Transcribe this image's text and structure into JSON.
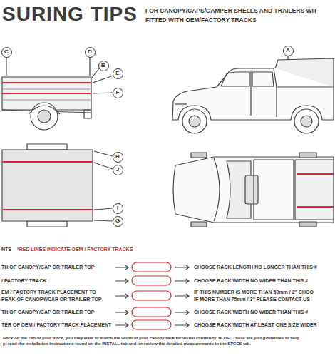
{
  "diagram": {
    "title": "SURING TIPS",
    "nodes": [
      {
        "text": [
          "C"
        ]
      },
      {
        "text": [
          "D"
        ]
      },
      {
        "text": [
          "B"
        ]
      },
      {
        "text": [
          "E"
        ]
      },
      {
        "text": [
          "F"
        ]
      },
      {
        "text": [
          "A"
        ]
      },
      {
        "text": [
          "H"
        ]
      },
      {
        "text": [
          "J"
        ]
      },
      {
        "text": [
          "I"
        ]
      },
      {
        "text": [
          "G"
        ]
      }
    ],
    "labels": [
      "FOR CANOPY/CAPS/CAMPER SHELLS AND TRAILERS WIT",
      "FITTED WITH OEM/FACTORY TRACKS",
      "NTS",
      "*RED LINES INDICATE OEM / FACTORY TRACKS",
      "TH OF CANOPY/CAP OR TRAILER TOP",
      "CHOOSE RACK LENGTH NO LONGER THAN THIS #",
      "/ FACTORY TRACK",
      "CHOOSE RACK WIDTH NO WIDER THAN THIS #",
      "EM / FACTORY TRACK PLACEMENT TO",
      "PEAK OF CANOPY/CAP OR TRAILER TOP",
      "IF THIS NUMBER IS MORE THAN 50mm / 2\" CHOO",
      "IF MORE THAN 75mm / 3\" PLEASE CONTACT US",
      "TH OF CANOPY/CAP OR TRAILER TOP",
      "CHOOSE RACK WIDTH NO WIDER THAN THIS #",
      "TER OF OEM / FACTORY TRACK PLACEMENT",
      "CHOOSE RACK WIDTH AT LEAST ONE SIZE WIDER",
      "Rack on the cab of your truck, you may want to match the width of your canopy rack for visual continuity. NOTE: These are just guidelines to help",
      "p, read the installation instructions found on the INSTALL tab and /or review the detailed measurements in the SPECS tab."
    ]
  }
}
